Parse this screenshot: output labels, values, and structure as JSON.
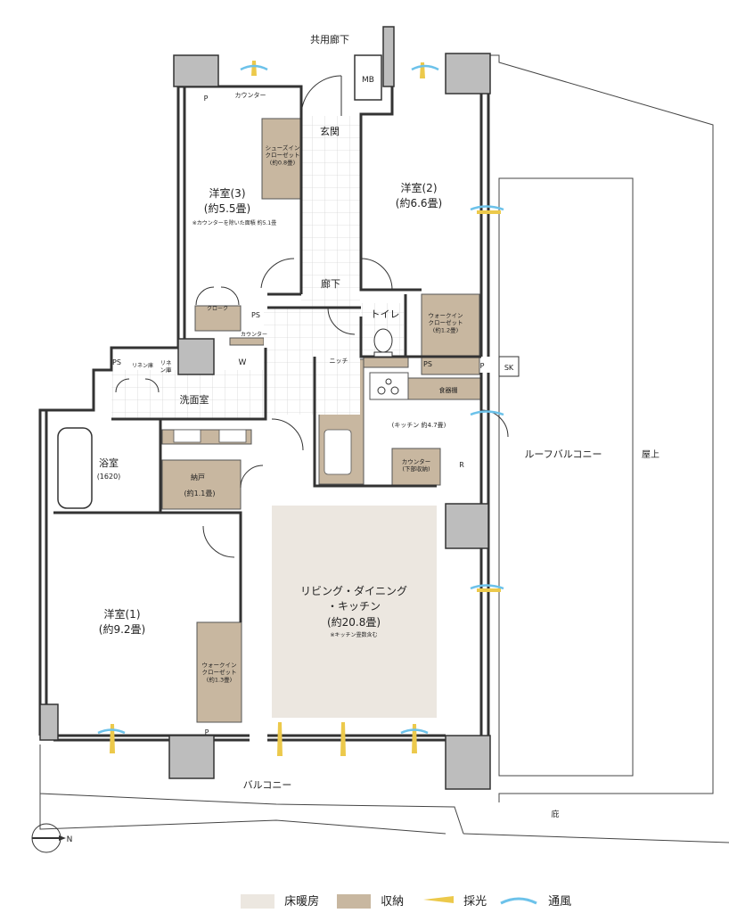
{
  "labels": {
    "corridor": "共用廊下",
    "mb": "MB",
    "counter_top": "カウンター",
    "p": "P",
    "entrance": "玄関",
    "shoe_closet": "シューズイン\nクローゼット\n(約0.8畳)",
    "room3": "洋室(3)",
    "room3_size": "(約5.5畳)",
    "room3_note": "※カウンターを除いた面積 約5.1畳",
    "room2": "洋室(2)",
    "room2_size": "(約6.6畳)",
    "hallway": "廊下",
    "toilet": "トイレ",
    "wic2": "ウォークイン\nクローゼット\n(約1.2畳)",
    "cloak": "クローク",
    "ps": "PS",
    "counter_small": "カウンター",
    "w": "W",
    "linen1": "リネン庫",
    "linen2": "リネ\nン庫",
    "niche": "ニッチ",
    "sk": "SK",
    "washroom": "洗面室",
    "pantry": "食器棚",
    "kitchen": "(キッチン 約4.7畳)",
    "bath": "浴室",
    "bath_size": "(1620)",
    "storage": "納戸",
    "storage_size": "(約1.1畳)",
    "counter_storage": "カウンター\n(下部収納)",
    "r": "R",
    "roof_balcony": "ルーフバルコニー",
    "rooftop": "屋上",
    "room1": "洋室(1)",
    "room1_size": "(約9.2畳)",
    "ldk1": "リビング・ダイニング",
    "ldk2": "・キッチン",
    "ldk_size": "(約20.8畳)",
    "ldk_note": "※キッチン畳数含む",
    "wic1": "ウォークイン\nクローゼット\n(約1.3畳)",
    "balcony": "バルコニー",
    "eaves": "庇",
    "north": "N"
  },
  "legend": [
    {
      "label": "床暖房",
      "color": "#ece7e0",
      "kind": "swatch"
    },
    {
      "label": "収納",
      "color": "#c8b7a0",
      "kind": "swatch"
    },
    {
      "label": "採光",
      "color": "#ecc94b",
      "kind": "light"
    },
    {
      "label": "通風",
      "color": "#6cc2ea",
      "kind": "wind"
    }
  ]
}
